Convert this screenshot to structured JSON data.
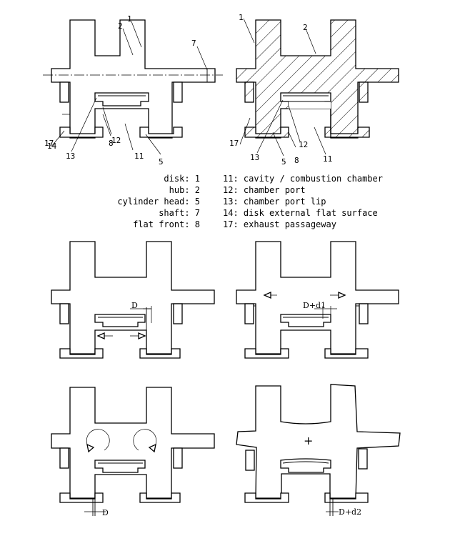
{
  "legend": {
    "left": [
      {
        "name": "disk",
        "text": "disk: 1"
      },
      {
        "name": "hub",
        "text": "hub: 2"
      },
      {
        "name": "cylinder-head",
        "text": "cylinder head: 5"
      },
      {
        "name": "shaft",
        "text": "shaft: 7"
      },
      {
        "name": "flat-front",
        "text": "flat front: 8"
      }
    ],
    "right": [
      {
        "name": "cavity",
        "text": "11: cavity / combustion chamber"
      },
      {
        "name": "chamber-port",
        "text": "12: chamber port"
      },
      {
        "name": "chamber-port-lip",
        "text": "13: chamber port lip"
      },
      {
        "name": "disk-external-flat-surface",
        "text": "14: disk external flat surface"
      },
      {
        "name": "exhaust-passageway",
        "text": "17: exhaust passageway"
      }
    ]
  },
  "callouts": {
    "n1": "1",
    "n2": "2",
    "n5": "5",
    "n7": "7",
    "n8": "8",
    "n11": "11",
    "n12": "12",
    "n13": "13",
    "n14": "14",
    "n17": "17"
  },
  "dimensions": {
    "d": "D",
    "d_plus_d1": "D+d1",
    "d_plus_d2": "D+d2",
    "cross": "+"
  }
}
